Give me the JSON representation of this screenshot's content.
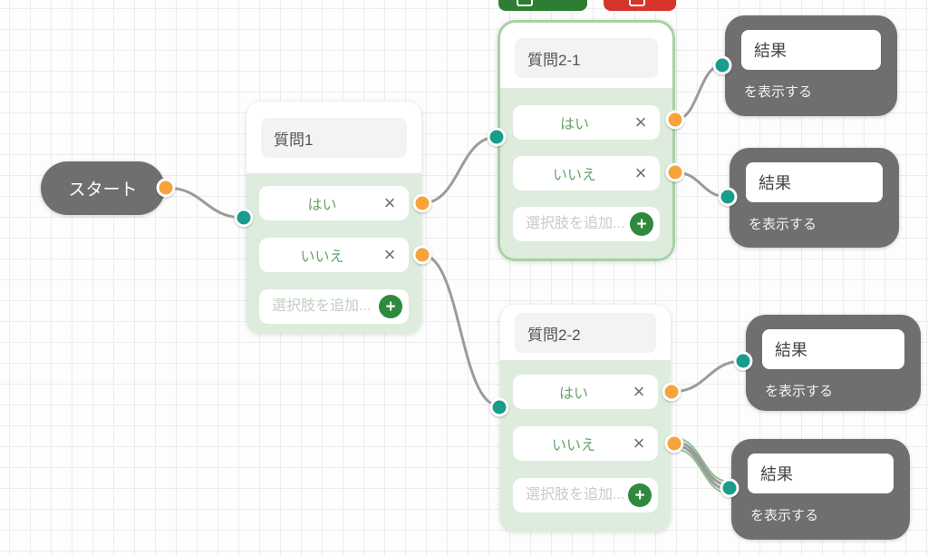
{
  "toolbar": {
    "save_button": {
      "icon": "save-icon",
      "color": "#2e7d32"
    },
    "delete_button": {
      "icon": "trash-icon",
      "color": "#d7342c"
    }
  },
  "icons": {
    "remove": "×",
    "add": "+"
  },
  "nodes": {
    "start": {
      "label": "スタート"
    },
    "question1": {
      "title": "質問1",
      "options": [
        {
          "label": "はい"
        },
        {
          "label": "いいえ"
        }
      ],
      "add_placeholder": "選択肢を追加..."
    },
    "question2_1": {
      "title": "質問2-1",
      "selected": true,
      "options": [
        {
          "label": "はい"
        },
        {
          "label": "いいえ"
        }
      ],
      "add_placeholder": "選択肢を追加..."
    },
    "question2_2": {
      "title": "質問2-2",
      "options": [
        {
          "label": "はい"
        },
        {
          "label": "いいえ"
        }
      ],
      "add_placeholder": "選択肢を追加..."
    },
    "result1": {
      "title": "結果",
      "subtitle": "を表示する"
    },
    "result2": {
      "title": "結果",
      "subtitle": "を表示する"
    },
    "result3": {
      "title": "結果",
      "subtitle": "を表示する"
    },
    "result4": {
      "title": "結果",
      "subtitle": "を表示する"
    }
  },
  "edges": [
    {
      "from": "start",
      "to": "question1"
    },
    {
      "from": "question1:はい",
      "to": "question2-1"
    },
    {
      "from": "question1:いいえ",
      "to": "question2-2"
    },
    {
      "from": "question2-1:はい",
      "to": "result1"
    },
    {
      "from": "question2-1:いいえ",
      "to": "result2"
    },
    {
      "from": "question2-2:はい",
      "to": "result3"
    },
    {
      "from": "question2-2:いいえ",
      "to": "result4",
      "highlighted": true
    }
  ],
  "colors": {
    "source_handle": "#f7a33c",
    "target_handle": "#1a9c8c",
    "edge": "#9b9b9b",
    "edge_highlight": "#90c695",
    "selected_border": "#a5d2a3",
    "question_section_bg": "#ddecdc",
    "node_gray": "#6f6f6f",
    "option_text": "#68a46b",
    "add_button_bg": "#2f8a3d"
  }
}
